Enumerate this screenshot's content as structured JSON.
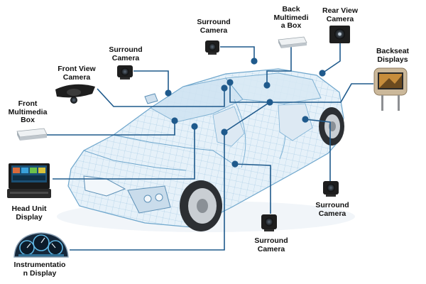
{
  "colors": {
    "connector": "#1f5a8c",
    "car_mesh": "#7fb3d6",
    "car_fill": "#e6f1f9",
    "device_dark": "#1e1e1e",
    "device_silver": "#d7dadd"
  },
  "components": [
    {
      "id": "front-view-camera",
      "label": "Front View\nCamera",
      "icon": "front-camera-icon"
    },
    {
      "id": "surround-camera-left",
      "label": "Surround\nCamera",
      "icon": "camera-icon"
    },
    {
      "id": "surround-camera-top",
      "label": "Surround\nCamera",
      "icon": "camera-icon"
    },
    {
      "id": "back-multimedia-box",
      "label": "Back\nMultimedi\na Box",
      "icon": "media-box-icon"
    },
    {
      "id": "rear-view-camera",
      "label": "Rear View\nCamera",
      "icon": "rear-camera-icon"
    },
    {
      "id": "backseat-displays",
      "label": "Backseat\nDisplays",
      "icon": "headrest-display-icon"
    },
    {
      "id": "front-multimedia-box",
      "label": "Front\nMultimedia\nBox",
      "icon": "media-box-icon"
    },
    {
      "id": "head-unit-display",
      "label": "Head Unit\nDisplay",
      "icon": "head-unit-icon"
    },
    {
      "id": "surround-camera-right",
      "label": "Surround\nCamera",
      "icon": "camera-icon"
    },
    {
      "id": "surround-camera-bottom",
      "label": "Surround\nCamera",
      "icon": "camera-icon"
    },
    {
      "id": "instrumentation-display",
      "label": "Instrumentatio\nn Display",
      "icon": "instrument-cluster-icon"
    }
  ]
}
